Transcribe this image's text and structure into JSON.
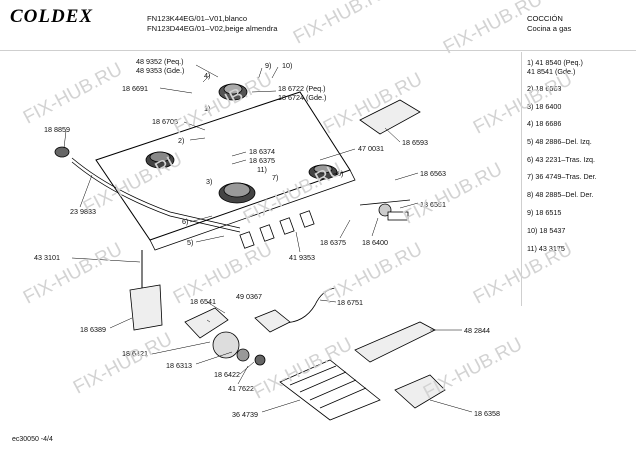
{
  "brand": "COLDEX",
  "models": [
    "FN123K44EG/01–V01,blanco",
    "FN123D44EG/01–V02,beige almendra"
  ],
  "section_title": "COCCIÓN",
  "section_subtitle": "Cocina a gas",
  "diagram_code": "ec30050 -4/4",
  "watermark": "FIX-HUB.RU",
  "part_labels": [
    "48 9352 (Peq.)",
    "48 9353 (Gde.)",
    "4)",
    "9)",
    "10)",
    "18 6691",
    "18 6722 (Peq.)",
    "18 6724 (Gde.)",
    "1)",
    "18 6708",
    "18 8859",
    "2)",
    "18 6374",
    "18 6375",
    "47 0031",
    "18 6593",
    "3)",
    "11)",
    "7)",
    "8)",
    "18 6563",
    "6)",
    "5)",
    "18 6551",
    "23 9833",
    "18 6375",
    "18 6400",
    "41 9353",
    "43 3101",
    "49 0367",
    "18 6541",
    "18 6751",
    "18 6389",
    "48 2844",
    "18 6421",
    "18 6313",
    "18 6422",
    "41 7622",
    "36 4739",
    "18 6358"
  ],
  "legend": [
    "1)  41 8540 (Peq.)",
    "      41 8541 (Gde.)",
    "2)  18 6663",
    "3)  18 6400",
    "4)  18 6686",
    "5)  48 2886–Del. Izq.",
    "6)  43 2231–Tras. Izq.",
    "7)  36 4749–Tras. Der.",
    "8)  48 2885–Del. Der.",
    "9)  18 6515",
    "10)  18 5437",
    "11)  43 3175"
  ]
}
